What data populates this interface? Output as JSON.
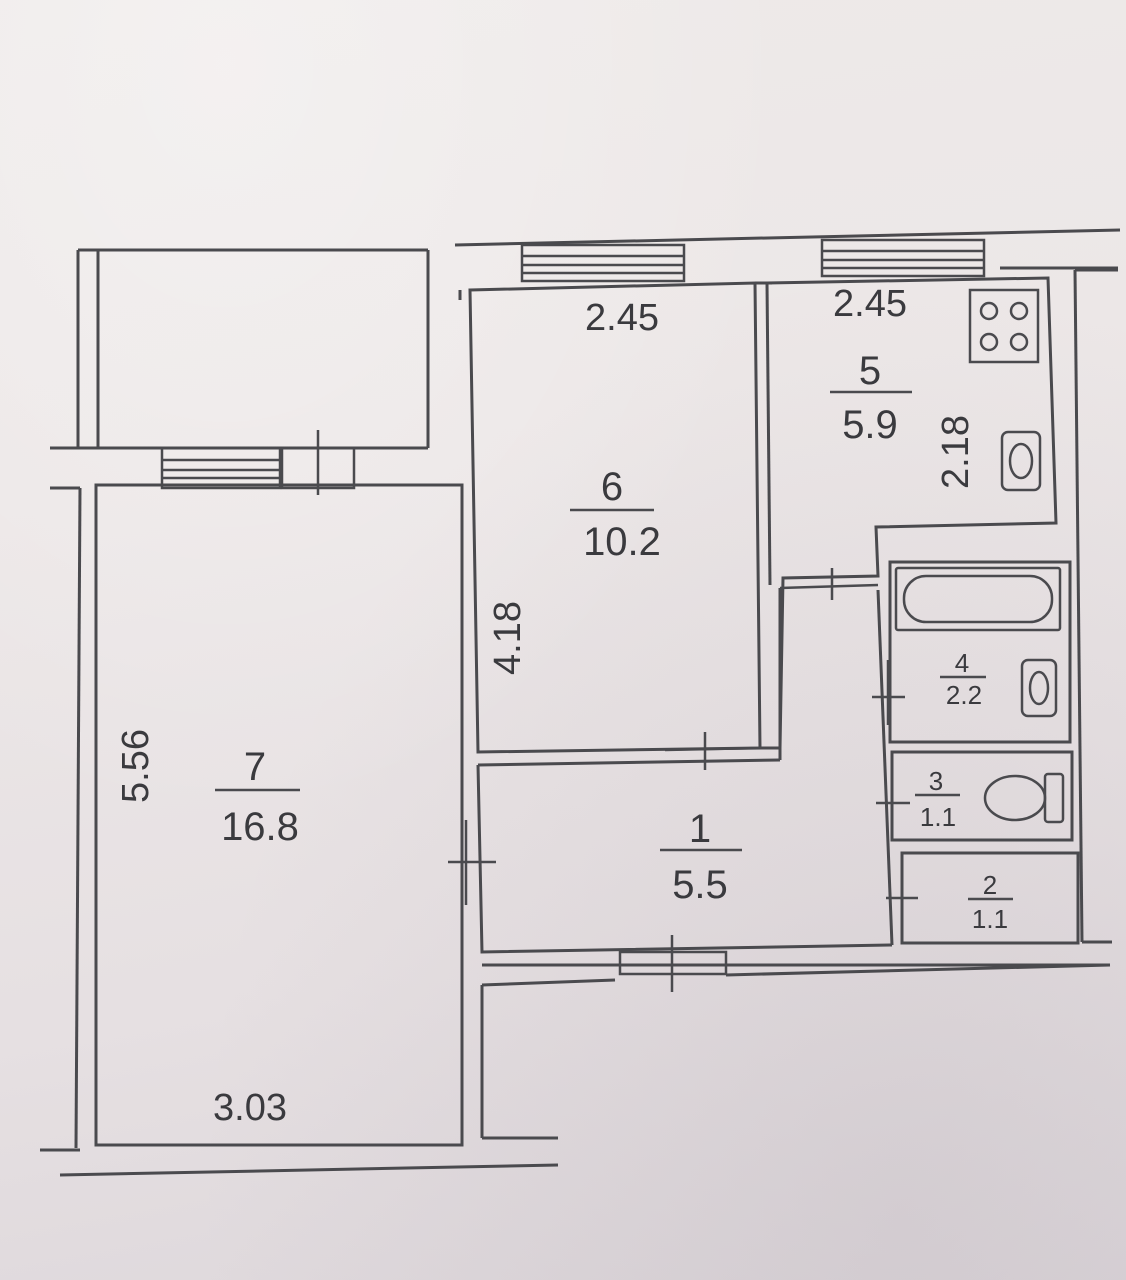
{
  "rooms": [
    {
      "id": "hallway",
      "number": "1",
      "area": "5.5"
    },
    {
      "id": "toilet-closet",
      "number": "2",
      "area": "1.1"
    },
    {
      "id": "wc",
      "number": "3",
      "area": "1.1"
    },
    {
      "id": "bathroom",
      "number": "4",
      "area": "2.2"
    },
    {
      "id": "kitchen",
      "number": "5",
      "area": "5.9"
    },
    {
      "id": "bedroom",
      "number": "6",
      "area": "10.2"
    },
    {
      "id": "living",
      "number": "7",
      "area": "16.8"
    }
  ],
  "dimensions": {
    "bedroom_width": "2.45",
    "kitchen_width": "2.45",
    "kitchen_depth": "2.18",
    "bedroom_depth": "4.18",
    "living_depth": "5.56",
    "living_width": "3.03"
  }
}
